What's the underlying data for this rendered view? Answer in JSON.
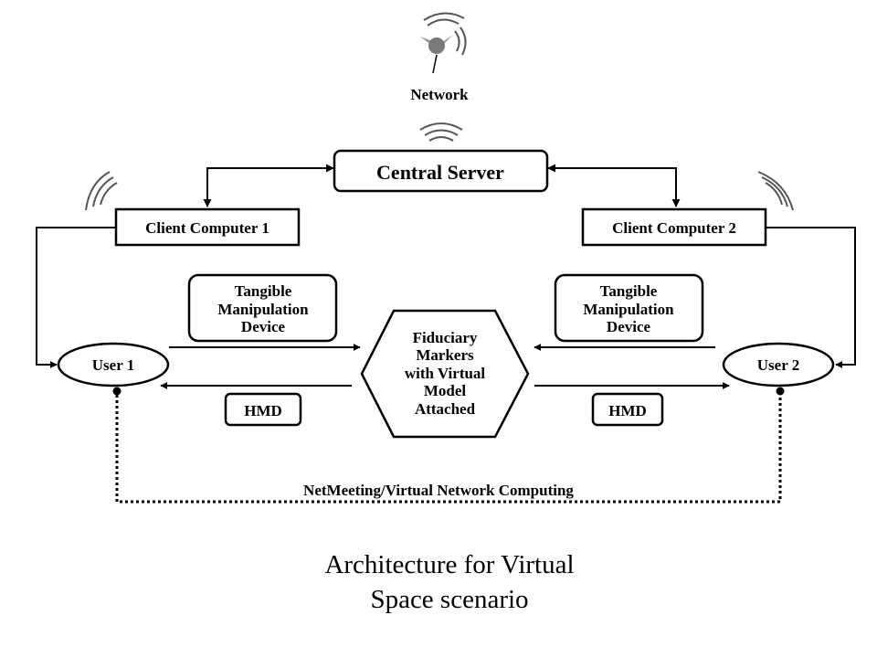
{
  "network": {
    "label": "Network",
    "icon": "satellite-icon"
  },
  "nodes": {
    "central_server": "Central Server",
    "client_1": "Client Computer 1",
    "client_2": "Client Computer 2",
    "tmd_left": [
      "Tangible",
      "Manipulation",
      "Device"
    ],
    "tmd_right": [
      "Tangible",
      "Manipulation",
      "Device"
    ],
    "user_1": "User 1",
    "user_2": "User 2",
    "markers": [
      "Fiduciary",
      "Markers",
      "with Virtual",
      "Model",
      "Attached"
    ],
    "hmd_left": "HMD",
    "hmd_right": "HMD"
  },
  "link_label": "NetMeeting/Virtual Network Computing",
  "caption": [
    "Architecture for Virtual",
    "Space scenario"
  ],
  "colors": {
    "ink": "#000000",
    "signal": "#555555",
    "satellite": "#9a9a9a"
  }
}
